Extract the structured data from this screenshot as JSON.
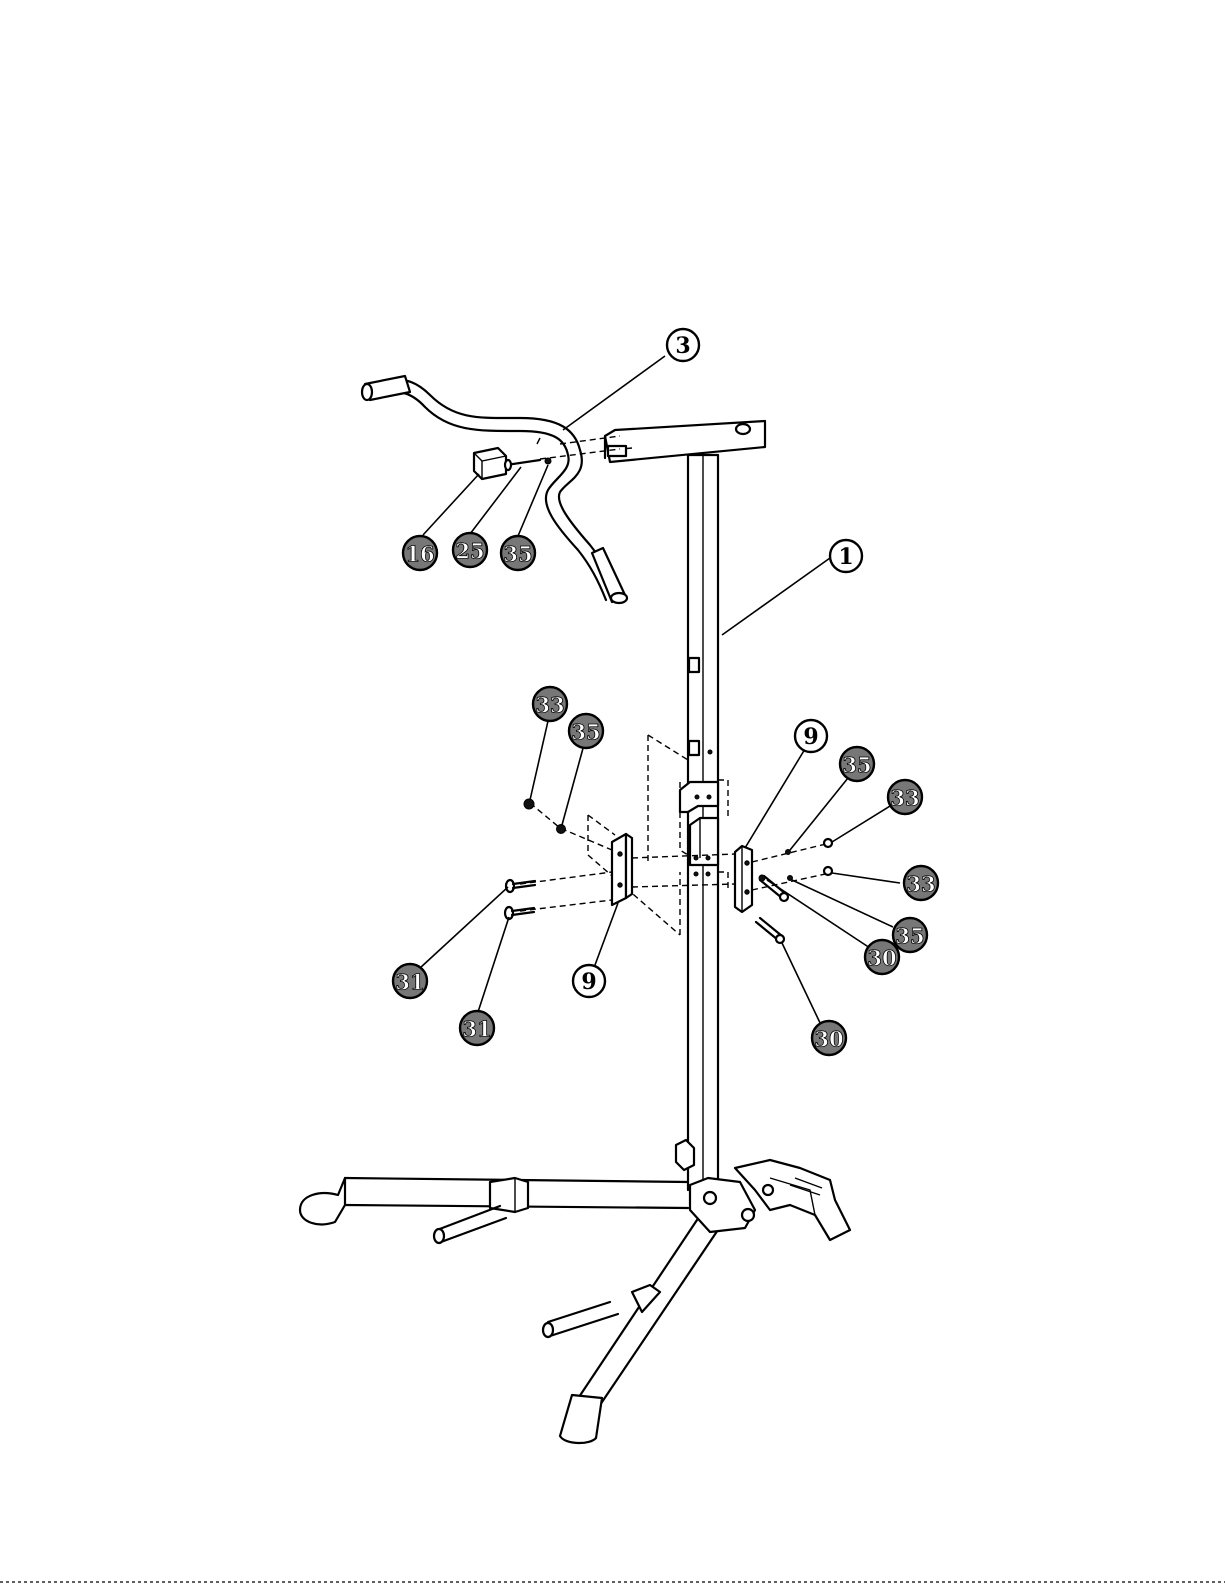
{
  "callouts": [
    {
      "id": "c1",
      "label": "3"
    },
    {
      "id": "c2",
      "label": "1"
    },
    {
      "id": "c3",
      "label": "16"
    },
    {
      "id": "c4",
      "label": "25"
    },
    {
      "id": "c5",
      "label": "35"
    },
    {
      "id": "c6",
      "label": "33"
    },
    {
      "id": "c7",
      "label": "35"
    },
    {
      "id": "c8",
      "label": "9"
    },
    {
      "id": "c9",
      "label": "35"
    },
    {
      "id": "c10",
      "label": "33"
    },
    {
      "id": "c11",
      "label": "33"
    },
    {
      "id": "c12",
      "label": "35"
    },
    {
      "id": "c13",
      "label": "30"
    },
    {
      "id": "c14",
      "label": "30"
    },
    {
      "id": "c15",
      "label": "31"
    },
    {
      "id": "c16",
      "label": "31"
    },
    {
      "id": "c17",
      "label": "9"
    }
  ]
}
